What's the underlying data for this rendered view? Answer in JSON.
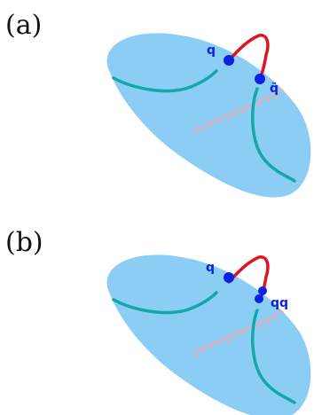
{
  "colors": {
    "blob": "#8ccdf6",
    "string": "#12a7a9",
    "loop": "#e0141f",
    "gluon": "#f4a7a7",
    "dot": "#0a23e0",
    "label": "#0a23e0"
  },
  "panels": [
    {
      "label": "(a)",
      "quark_label": "q",
      "antiquark_label": "q̄"
    },
    {
      "label": "(b)",
      "quark_label": "q",
      "antiquark_label": "qq"
    }
  ]
}
